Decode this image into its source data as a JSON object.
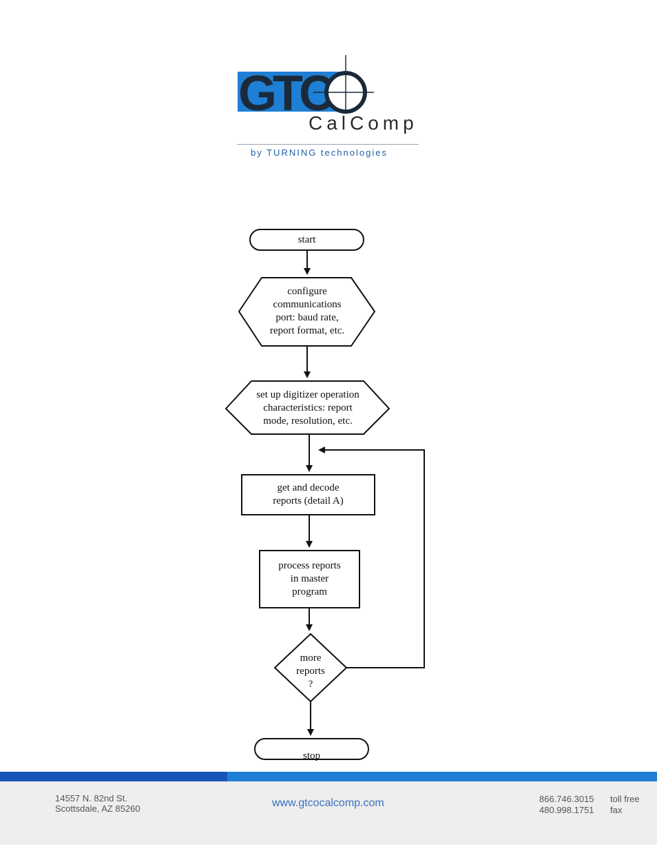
{
  "logo": {
    "brand": "GTC",
    "subbrand": "CalComp",
    "tagline": "by TURNING technologies",
    "colors": {
      "blue": "#1f7fd4",
      "dark": "#1b2a3a"
    }
  },
  "flowchart": {
    "nodes": [
      {
        "id": "start",
        "shape": "terminal",
        "label": "start"
      },
      {
        "id": "configure",
        "shape": "hexagon",
        "label": "configure\ncommunications\nport: baud rate,\nreport format, etc."
      },
      {
        "id": "setup",
        "shape": "hexagon",
        "label": "set up digitizer operation\ncharacteristics: report\nmode, resolution, etc."
      },
      {
        "id": "get-decode",
        "shape": "process",
        "label": "get and decode\nreports (detail A)"
      },
      {
        "id": "process",
        "shape": "process",
        "label": "process reports\nin master\nprogram"
      },
      {
        "id": "more",
        "shape": "decision",
        "label": "more\nreports\n?"
      },
      {
        "id": "stop",
        "shape": "terminal",
        "label": "stop"
      }
    ],
    "edges": [
      {
        "from": "start",
        "to": "configure"
      },
      {
        "from": "configure",
        "to": "setup"
      },
      {
        "from": "setup",
        "to": "get-decode"
      },
      {
        "from": "get-decode",
        "to": "process"
      },
      {
        "from": "process",
        "to": "more"
      },
      {
        "from": "more",
        "to": "stop"
      },
      {
        "from": "more",
        "to": "get-decode",
        "type": "loop-back"
      }
    ]
  },
  "footer": {
    "address_line1": "14557 N. 82nd St.",
    "address_line2": "Scottsdale, AZ 85260",
    "website": "www.gtcocalcomp.com",
    "phone_tollfree": "866.746.3015",
    "phone_tollfree_label": "toll free",
    "fax": "480.998.1751",
    "fax_label": "fax",
    "colors": {
      "bar_dark": "#1756b8",
      "bar_light": "#1f7fd4",
      "band": "#eeeeee"
    }
  }
}
